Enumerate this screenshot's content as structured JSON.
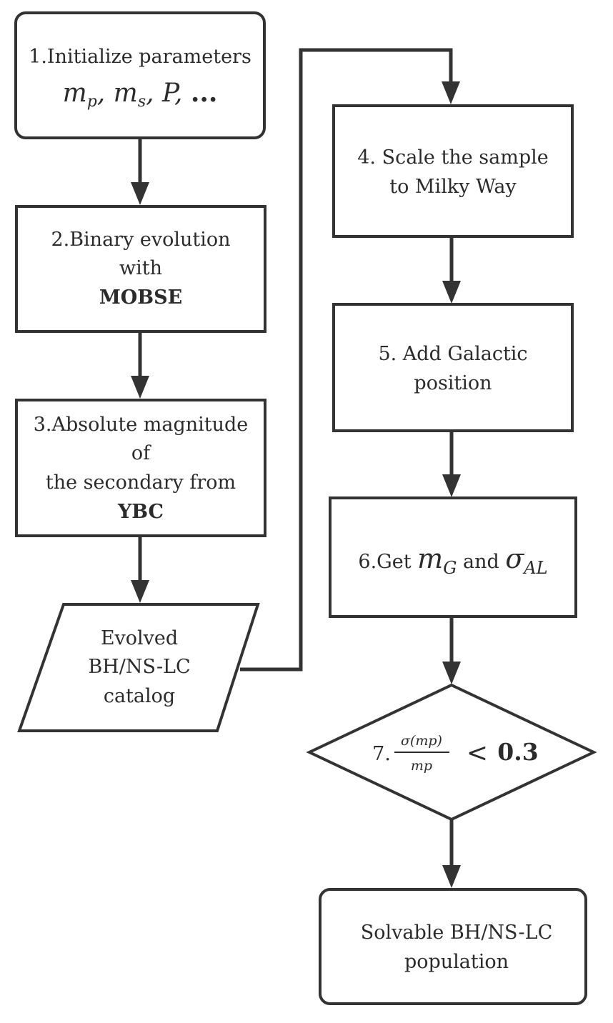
{
  "nodes": {
    "n1": {
      "line1": "1.Initialize parameters",
      "math": "mp, ms, P, ..."
    },
    "n2": {
      "line1": "2.Binary evolution",
      "line2": "with",
      "line3": "MOBSE"
    },
    "n3": {
      "line1": "3.Absolute magnitude",
      "line2": "of",
      "line3": "the secondary from",
      "line4": "YBC"
    },
    "catalog": {
      "line1": "Evolved",
      "line2": "BH/NS-LC",
      "line3": "catalog"
    },
    "n4": {
      "line1": "4. Scale the sample",
      "line2": "to Milky Way"
    },
    "n5": {
      "line1": "5. Add Galactic",
      "line2": "position"
    },
    "n6": {
      "prefix": "6.Get",
      "m_symbol": "m",
      "m_sub": "G",
      "and": "and",
      "sigma_symbol": "σ",
      "sigma_sub": "AL"
    },
    "n7": {
      "prefix": "7.",
      "numerator": "σ(mp)",
      "denominator": "mp",
      "comparison": "<",
      "threshold": "0.3"
    },
    "result": {
      "line1": "Solvable BH/NS-LC",
      "line2": "population"
    }
  }
}
